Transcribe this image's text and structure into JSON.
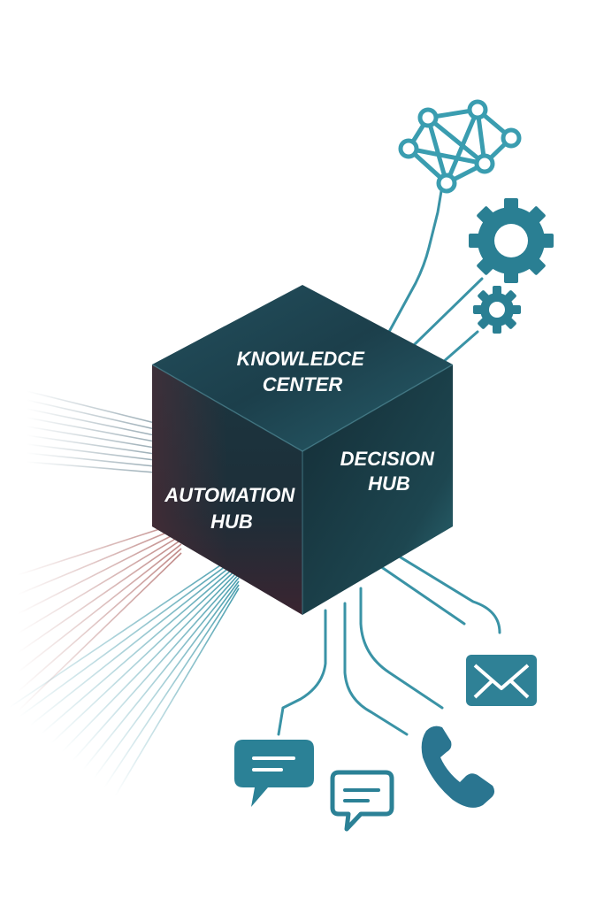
{
  "cube": {
    "top_face": {
      "line1": "Knowledce",
      "line2": "Center"
    },
    "left_face": {
      "line1": "Automation",
      "line2": "Hub"
    },
    "right_face": {
      "line1": "Decision",
      "line2": "hub"
    }
  },
  "icons": [
    {
      "name": "network-icon"
    },
    {
      "name": "gear-large-icon"
    },
    {
      "name": "gear-small-icon"
    },
    {
      "name": "mail-icon"
    },
    {
      "name": "phone-icon"
    },
    {
      "name": "chat-bubble-icon"
    },
    {
      "name": "message-bubble-icon"
    }
  ],
  "colors": {
    "teal": "#2a7f93",
    "teal_light": "#4aa3b5",
    "cube_dark": "#142f39",
    "cube_mid": "#1f4a57",
    "cube_red": "#4a2630"
  }
}
